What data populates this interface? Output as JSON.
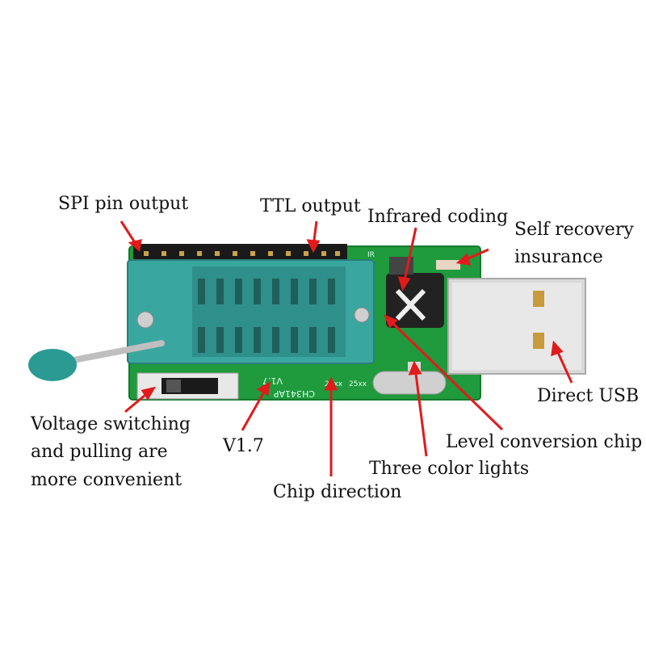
{
  "colors": {
    "pcb_green": "#1f9a3c",
    "socket_teal": "#3aa6a0",
    "arrow_red": "#e11b1b",
    "usb_metal": "#d9d9d9",
    "header_black": "#1a1a1a"
  },
  "labels": {
    "spi_pin_output": "SPI pin output",
    "ttl_output": "TTL output",
    "infrared_coding": "Infrared coding",
    "self_recovery_line1": "Self recovery",
    "self_recovery_line2": "insurance",
    "direct_usb": "Direct USB",
    "voltage_line1": "Voltage switching",
    "voltage_line2": "and pulling are",
    "voltage_line3": "more convenient",
    "version": "V1.7",
    "chip_direction": "Chip direction",
    "level_conversion_chip": "Level conversion chip",
    "three_color_lights": "Three color lights"
  },
  "board_silkscreen": {
    "model": "CH341AP",
    "version_mark": "V1.7",
    "eeprom_24": "24xx",
    "eeprom_25": "25xx",
    "ir_mark": "IR"
  }
}
